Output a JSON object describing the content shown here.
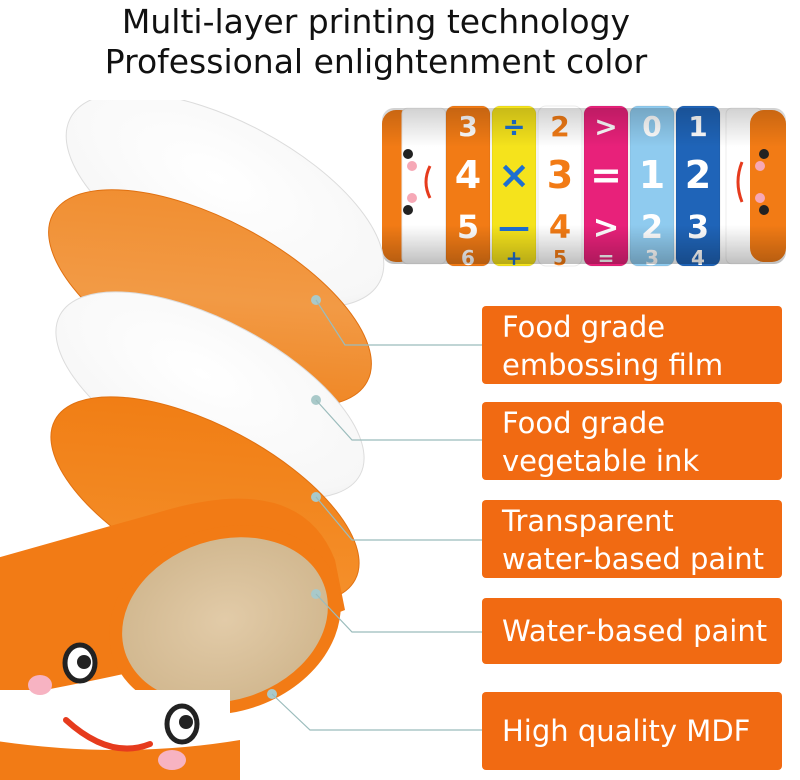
{
  "header": {
    "line1": "Multi-layer printing technology",
    "line2": "Professional enlightenment color"
  },
  "product": {
    "rings": [
      {
        "top": "3",
        "mid": "4",
        "bot": "5",
        "foot": "6",
        "bg": "#f27b15",
        "fg": "#ffffff"
      },
      {
        "top": "÷",
        "mid": "×",
        "bot": "—",
        "foot": "+",
        "bg": "#f5e31c",
        "fg": "#1d6fd1"
      },
      {
        "top": "2",
        "mid": "3",
        "bot": "4",
        "foot": "5",
        "bg": "#ffffff",
        "fg": "#f27b15"
      },
      {
        "top": ">",
        "mid": "=",
        "bot": ">",
        "foot": "=",
        "bg": "#e8217a",
        "fg": "#ffffff"
      },
      {
        "top": "0",
        "mid": "1",
        "bot": "2",
        "foot": "3",
        "bg": "#8fcbef",
        "fg": "#ffffff"
      },
      {
        "top": "1",
        "mid": "2",
        "bot": "3",
        "foot": "4",
        "bg": "#1f64b8",
        "fg": "#ffffff"
      }
    ]
  },
  "labels": [
    {
      "line1": "Food grade",
      "line2": "embossing film"
    },
    {
      "line1": "Food grade",
      "line2": "vegetable ink"
    },
    {
      "line1": "Transparent",
      "line2": "water-based paint"
    },
    {
      "line1": "Water-based paint",
      "line2": ""
    },
    {
      "line1": "High quality MDF",
      "line2": ""
    }
  ],
  "colors": {
    "accent": "#f16a12",
    "layer_orange": "#f5841f",
    "layer_white": "#f6f6f6",
    "wood": "#d8c09a"
  }
}
